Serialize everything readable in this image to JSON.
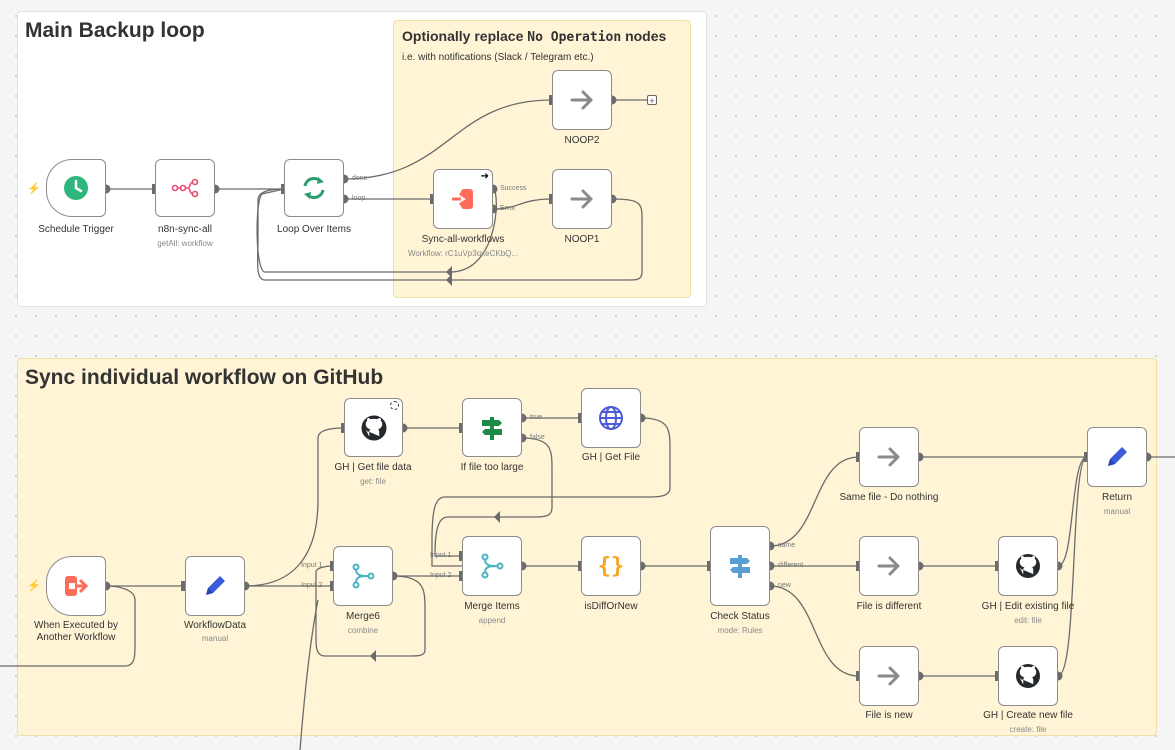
{
  "sticky_main": {
    "title": "Main Backup loop"
  },
  "sticky_note": {
    "title_prefix": "Optionally replace ",
    "title_mono": "No Operation",
    "title_suffix": " nodes",
    "subtitle": "i.e. with notifications (Slack / Telegram etc.)"
  },
  "sticky_sync": {
    "title": "Sync individual workflow on GitHub"
  },
  "nodes": {
    "schedule_trigger": {
      "label": "Schedule Trigger"
    },
    "n8n_sync_all": {
      "label": "n8n-sync-all",
      "sub": "getAll: workflow"
    },
    "loop_over_items": {
      "label": "Loop Over Items",
      "port_done": "done",
      "port_loop": "loop"
    },
    "sync_all_workflows": {
      "label": "Sync-all-workflows",
      "sub": "Workflow: rC1uVp3qxeCKbQ...",
      "port_success": "Success",
      "port_error": "Error"
    },
    "noop2": {
      "label": "NOOP2"
    },
    "noop1": {
      "label": "NOOP1"
    },
    "when_executed": {
      "label": "When Executed by Another Workflow"
    },
    "workflow_data": {
      "label": "WorkflowData",
      "sub": "manual"
    },
    "merge6": {
      "label": "Merge6",
      "sub": "combine",
      "port_in1": "Input 1",
      "port_in2": "Input 2"
    },
    "gh_get_file_data": {
      "label": "GH | Get file data",
      "sub": "get: file"
    },
    "if_file_too_large": {
      "label": "If file too large",
      "port_true": "true",
      "port_false": "false"
    },
    "gh_get_file": {
      "label": "GH | Get File"
    },
    "merge_items": {
      "label": "Merge Items",
      "sub": "append",
      "port_in1": "Input 1",
      "port_in2": "Input 2"
    },
    "is_diff_or_new": {
      "label": "isDiffOrNew"
    },
    "check_status": {
      "label": "Check Status",
      "sub": "mode: Rules",
      "port_same": "same",
      "port_different": "different",
      "port_new": "new"
    },
    "same_file": {
      "label": "Same file - Do nothing"
    },
    "file_is_different": {
      "label": "File is different"
    },
    "file_is_new": {
      "label": "File is new"
    },
    "gh_edit_existing": {
      "label": "GH | Edit existing file",
      "sub": "edit: file"
    },
    "gh_create_new": {
      "label": "GH | Create new file",
      "sub": "create: file"
    },
    "return": {
      "label": "Return",
      "sub": "manual"
    }
  },
  "icons": {
    "clock": "clock-icon",
    "n8n": "n8n-icon",
    "loop": "refresh-icon",
    "execute_workflow": "sign-in-icon",
    "arrow": "arrow-right-icon",
    "pencil": "pencil-icon",
    "merge": "merge-icon",
    "github": "github-icon",
    "if": "signpost-icon",
    "globe": "globe-icon",
    "code": "curly-braces-icon",
    "exit": "sign-out-icon"
  },
  "colors": {
    "accent_red": "#ff6d5a",
    "green": "#2eb67d",
    "teal": "#4ab5c4",
    "blue": "#4b5bd7",
    "orange": "#f5a623",
    "note_yellow": "#fff5d6"
  }
}
